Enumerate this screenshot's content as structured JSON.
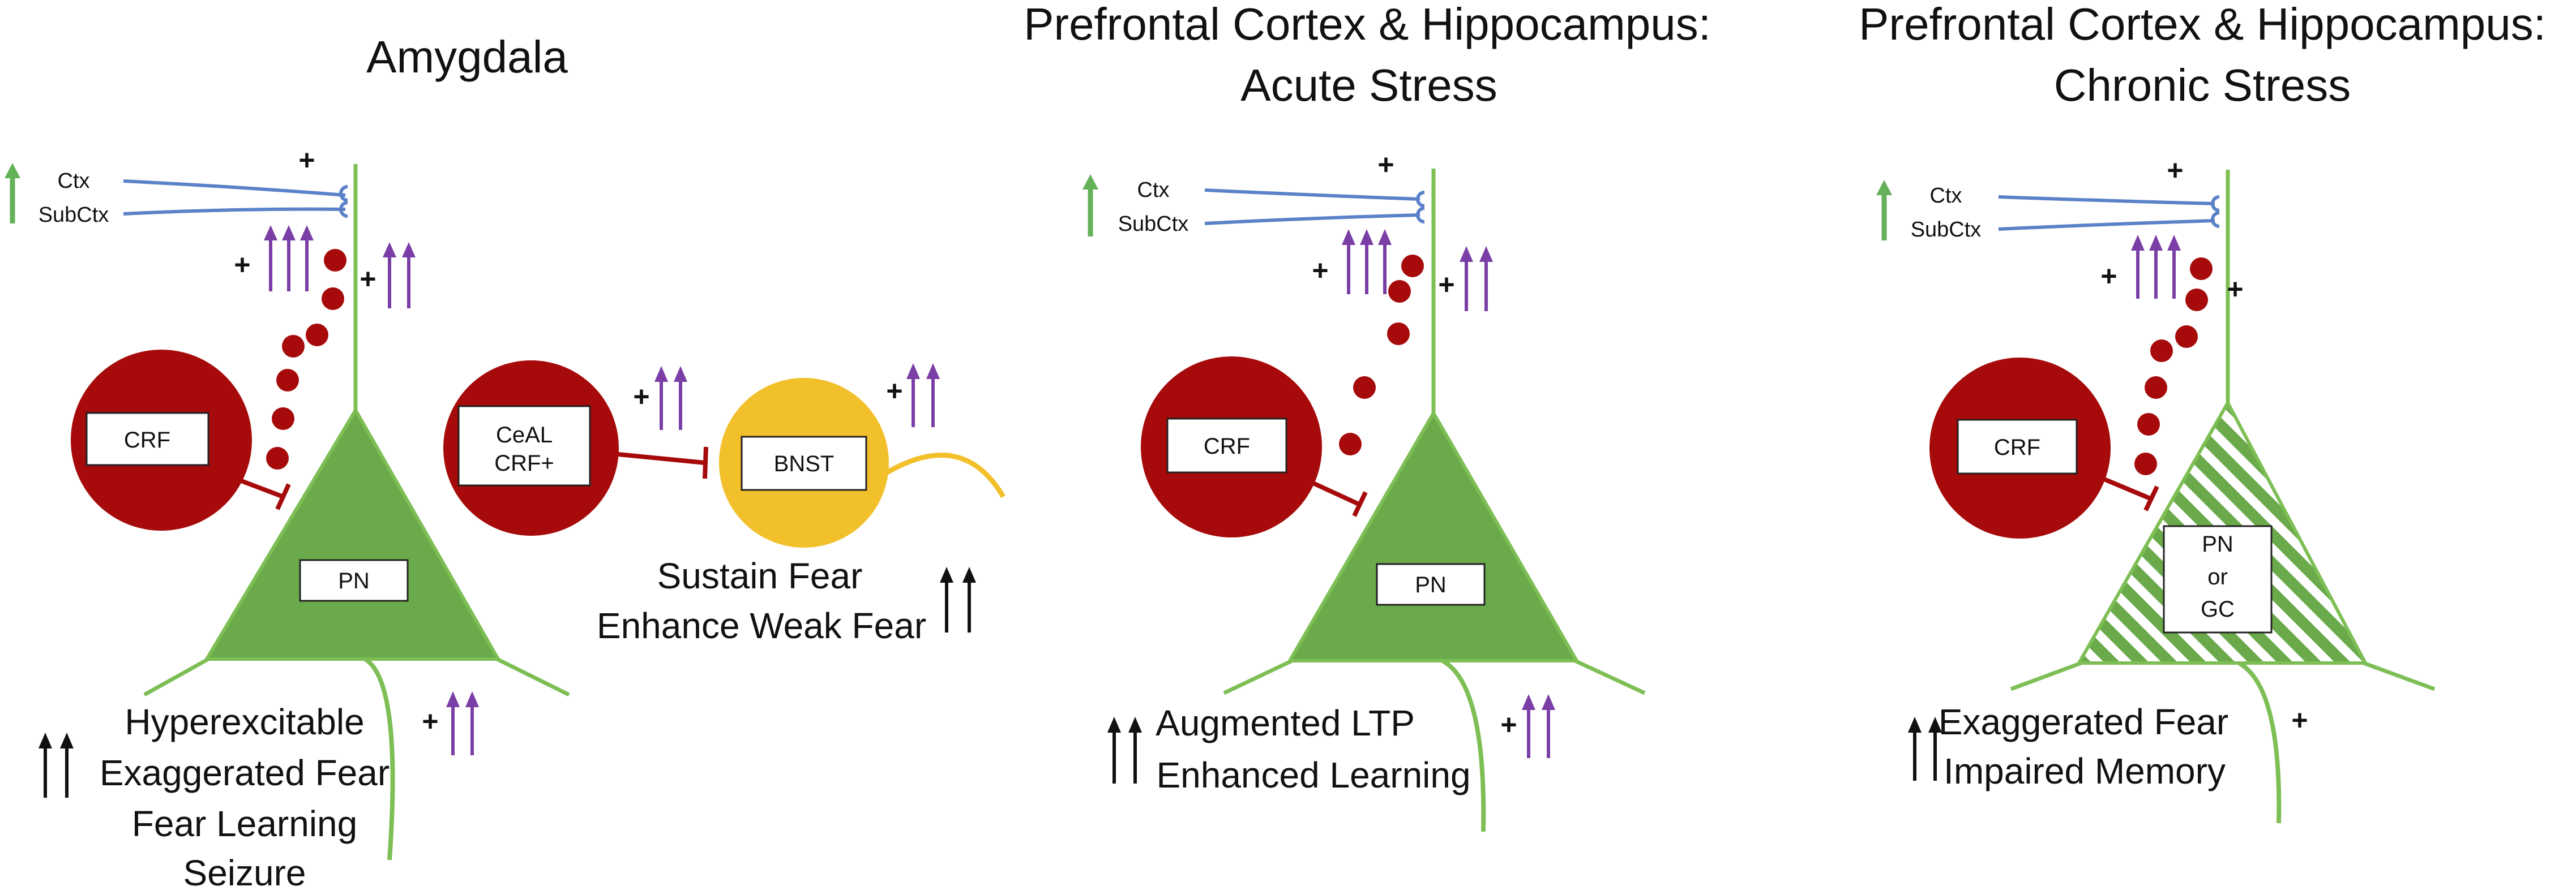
{
  "colors": {
    "neuron_green": "#6aaa4b",
    "neuron_outline": "#7dbf55",
    "crf_red": "#a60a0a",
    "bnst_yellow": "#f2c02b",
    "ctx_blue": "#5b82c8",
    "up_arrow_purple": "#7a3ea6",
    "up_arrow_green": "#64b15a",
    "up_arrow_black": "#111111",
    "hatch_green": "#6aaa4b"
  },
  "icons": [
    "up-arrow-icon",
    "double-up-arrow-icon",
    "triple-up-arrow-icon",
    "inhibitory-bar-icon",
    "synapse-terminal-icon"
  ],
  "panels": [
    {
      "title_lines": [
        "Amygdala"
      ],
      "input_labels": [
        "Ctx",
        "SubCtx"
      ],
      "crf_label": "CRF",
      "pn_label": "PN",
      "ceal_label_lines": [
        "CeAL",
        "CRF+"
      ],
      "bnst_label": "BNST",
      "bnst_caption_lines": [
        "Sustain Fear",
        "Enhance Weak Fear"
      ],
      "caption_lines": [
        "Hyperexcitable",
        "Exaggerated Fear",
        "Fear Learning",
        "Seizure"
      ],
      "plus_sign": "+"
    },
    {
      "title_lines": [
        "Prefrontal Cortex & Hippocampus:",
        "Acute Stress"
      ],
      "input_labels": [
        "Ctx",
        "SubCtx"
      ],
      "crf_label": "CRF",
      "pn_label": "PN",
      "caption_lines": [
        "Augmented LTP",
        "Enhanced Learning"
      ],
      "plus_sign": "+"
    },
    {
      "title_lines": [
        "Prefrontal Cortex & Hippocampus:",
        "Chronic Stress"
      ],
      "input_labels": [
        "Ctx",
        "SubCtx"
      ],
      "crf_label": "CRF",
      "pn_label_lines": [
        "PN",
        "or",
        "GC"
      ],
      "caption_lines": [
        "Exaggerated Fear",
        "Impaired Memory"
      ],
      "plus_sign": "+"
    }
  ]
}
